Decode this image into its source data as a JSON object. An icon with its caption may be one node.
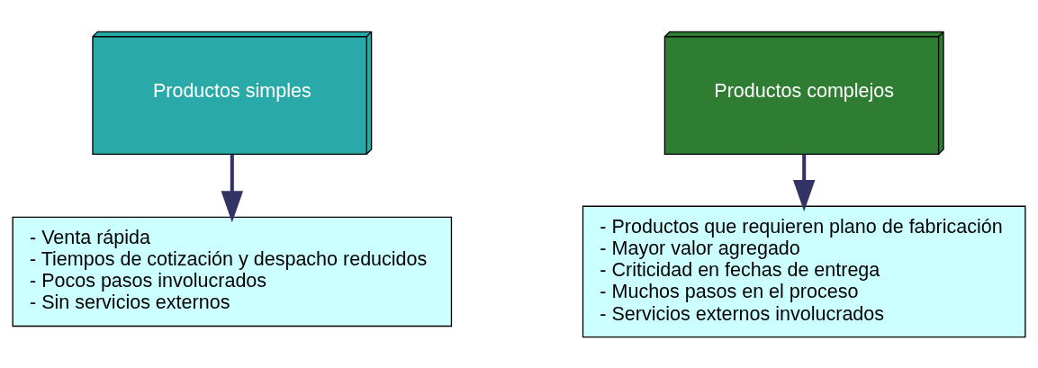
{
  "diagram": {
    "nodes": [
      {
        "text": [
          "Productos simples"
        ]
      },
      {
        "text": [
          "- Venta rápida",
          "- Tiempos de cotización y despacho reducidos",
          "- Pocos pasos involucrados",
          "- Sin servicios externos"
        ]
      },
      {
        "text": [
          "Productos complejos"
        ]
      },
      {
        "text": [
          "- Productos que requieren plano de fabricación",
          "- Mayor valor agregado",
          "- Criticidad en fechas de entrega",
          "- Muchos pasos en el proceso",
          "- Servicios externos involucrados"
        ]
      }
    ],
    "edges": [
      {
        "from": 0,
        "to": 1,
        "arrow": "to"
      },
      {
        "from": 2,
        "to": 3,
        "arrow": "to"
      }
    ]
  }
}
